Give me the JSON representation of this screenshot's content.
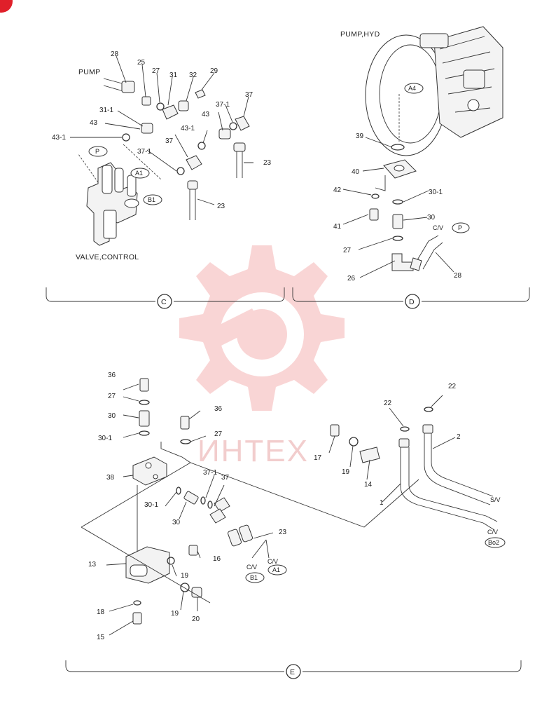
{
  "watermark": "ИНТЕХ",
  "corner_badge_color": "#e0202a",
  "section_c": {
    "letter": "C",
    "title": "VALVE,CONTROL",
    "pump_label": "PUMP",
    "tags": [
      "P",
      "A1",
      "B1"
    ],
    "callouts": [
      "28",
      "25",
      "27",
      "31",
      "32",
      "29",
      "31-1",
      "43",
      "43-1",
      "37-1",
      "37",
      "43",
      "43-1",
      "37",
      "37-1",
      "23",
      "23"
    ]
  },
  "section_d": {
    "letter": "D",
    "title": "PUMP,HYD",
    "tags": [
      "A4",
      "P"
    ],
    "cv_label": "C/V",
    "callouts": [
      "39",
      "40",
      "42",
      "30-1",
      "41",
      "30",
      "27",
      "26",
      "28"
    ]
  },
  "section_e": {
    "letter": "E",
    "tags": [
      "B1",
      "A1",
      "Bo2"
    ],
    "cv_labels": [
      "C/V",
      "C/V",
      "C/V"
    ],
    "sv_label": "S/V",
    "callouts": [
      "36",
      "27",
      "30",
      "30-1",
      "36",
      "27",
      "38",
      "37-1",
      "37",
      "30-1",
      "30",
      "23",
      "17",
      "19",
      "14",
      "1",
      "22",
      "22",
      "2",
      "13",
      "16",
      "19",
      "19",
      "20",
      "18",
      "15"
    ]
  }
}
